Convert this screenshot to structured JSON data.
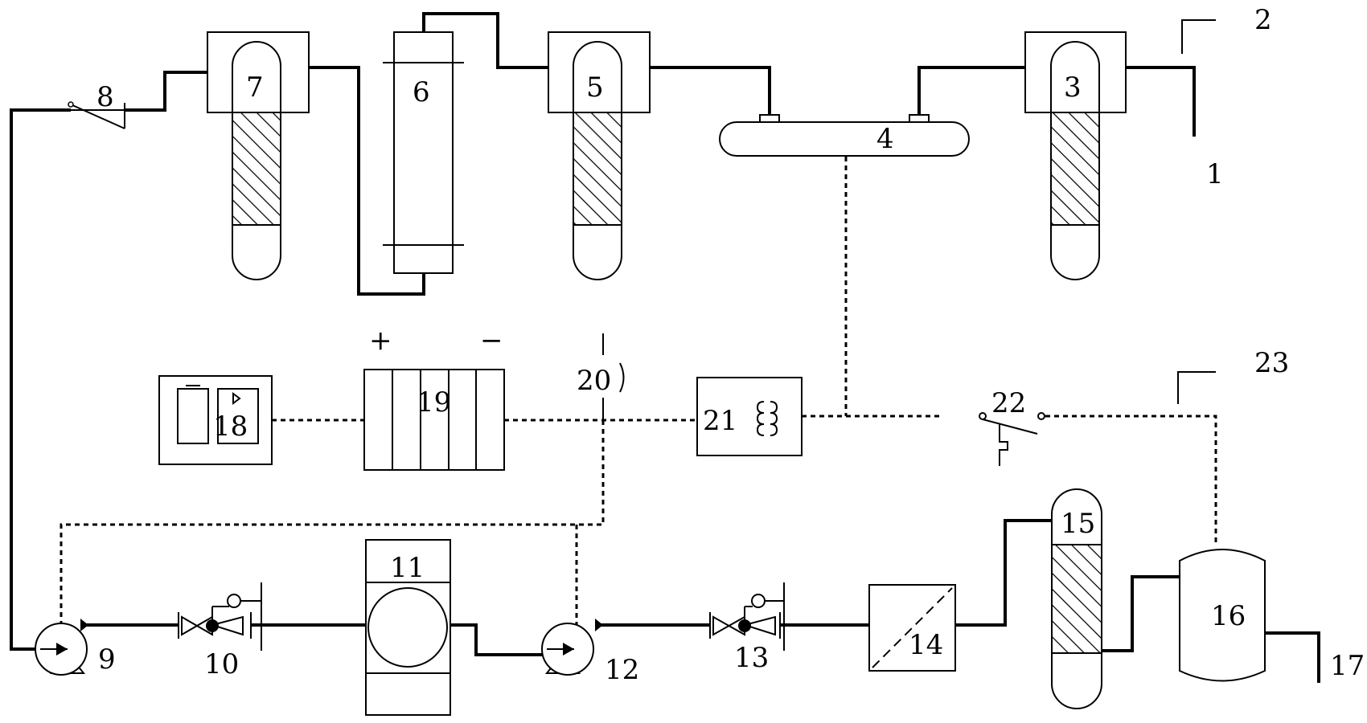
{
  "labels": {
    "n1": "1",
    "n2": "2",
    "n3": "3",
    "n4": "4",
    "n5": "5",
    "n6": "6",
    "n7": "7",
    "n8": "8",
    "n9": "9",
    "n10": "10",
    "n11": "11",
    "n12": "12",
    "n13": "13",
    "n14": "14",
    "n15": "15",
    "n16": "16",
    "n17": "17",
    "n18": "18",
    "n19": "19",
    "n20": "20",
    "n21": "21",
    "n22": "22",
    "n23": "23"
  },
  "polarity": {
    "plus": "+",
    "minus": "−"
  }
}
